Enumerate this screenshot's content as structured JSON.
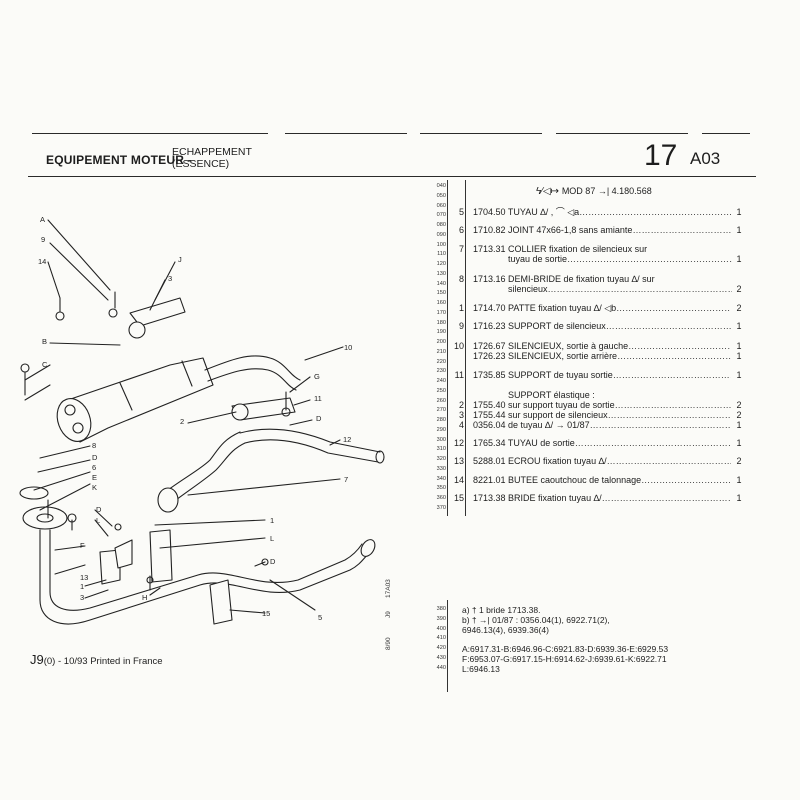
{
  "header": {
    "category": "EQUIPEMENT MOTEUR -",
    "subsystem_line1": "ECHAPPEMENT",
    "subsystem_line2": "(ESSENCE)",
    "section_number": "17",
    "section_code": "A03"
  },
  "applicability": "MOD 87 →| 4.180.568",
  "line_codes": [
    "040",
    "050",
    "060",
    "070",
    "080",
    "090",
    "100",
    "110",
    "120",
    "130",
    "140",
    "150",
    "160",
    "170",
    "180",
    "190",
    "200",
    "210",
    "220",
    "230",
    "240",
    "250",
    "260",
    "270",
    "280",
    "290",
    "300",
    "310",
    "320",
    "330",
    "340",
    "350",
    "360",
    "370"
  ],
  "parts": [
    {
      "ref": "5",
      "text": "1704.50 TUYAU ∆/ , ⌒ ◁a",
      "qty": "1"
    },
    {
      "ref": "6",
      "text": "1710.82 JOINT 47x66-1,8 sans amiante",
      "qty": "1"
    },
    {
      "ref": "7",
      "text": "1713.31 COLLIER fixation de silencieux sur",
      "cont": "tuyau de sortie",
      "qty": "1"
    },
    {
      "ref": "8",
      "text": "1713.16 DEMI-BRIDE de fixation tuyau ∆/ sur",
      "cont": "silencieux",
      "qty": "2"
    },
    {
      "ref": "1",
      "text": "1714.70 PATTE fixation tuyau ∆/ ◁b",
      "qty": "2"
    },
    {
      "ref": "9",
      "text": "1716.23 SUPPORT de silencieux",
      "qty": "1"
    },
    {
      "ref": "10",
      "text": "1726.67 SILENCIEUX, sortie à gauche",
      "qty": "1"
    },
    {
      "ref": "",
      "text": "1726.23 SILENCIEUX, sortie arrière",
      "qty": "1"
    },
    {
      "ref": "11",
      "text": "1735.85 SUPPORT de tuyau sortie",
      "qty": "1"
    },
    {
      "ref": "",
      "text": "SUPPORT élastique :",
      "qty": ""
    },
    {
      "ref": "2",
      "text": "1755.40  sur support tuyau de sortie",
      "qty": "2"
    },
    {
      "ref": "3",
      "text": "1755.44  sur support de silencieux",
      "qty": "2"
    },
    {
      "ref": "4",
      "text": "0356.04  de tuyau ∆/ → 01/87",
      "qty": "1"
    },
    {
      "ref": "12",
      "text": "1765.34 TUYAU de sortie",
      "qty": "1"
    },
    {
      "ref": "13",
      "text": "5288.01 ECROU fixation tuyau ∆/",
      "qty": "2"
    },
    {
      "ref": "14",
      "text": "8221.01 BUTEE caoutchouc de talonnage",
      "qty": "1"
    },
    {
      "ref": "15",
      "text": "1713.38 BRIDE fixation tuyau ∆/",
      "qty": "1"
    }
  ],
  "notes_codes": [
    "380",
    "390",
    "400",
    "410",
    "420",
    "430",
    "440"
  ],
  "notes": [
    "a)  †  1 bride 1713.38.",
    "b)  †  →| 01/87 : 0356.04(1), 6922.71(2),",
    "      6946.13(4), 6939.36(4)",
    "",
    "A:6917.31-B:6946.96-C:6921.83-D:6939.36-E:6929.53",
    "F:6953.07-G:6917.15-H:6914.62-J:6939.61-K:6922.71",
    "L:6946.13"
  ],
  "footer": {
    "doc": "J9",
    "doc_sub": "(0)",
    "printed": " - 10/93 Printed in France"
  },
  "side_codes": {
    "date": "8/90",
    "ref_a": "J9",
    "ref_b": "17A03"
  },
  "callouts": [
    "A",
    "9",
    "14",
    "J",
    "3",
    "B",
    "C",
    "10",
    "G",
    "11",
    "2",
    "D",
    "12",
    "8",
    "D",
    "6",
    "E",
    "K",
    "7",
    "D",
    "L",
    "1",
    "F",
    "L",
    "13",
    "1",
    "3",
    "H",
    "D",
    "15",
    "5"
  ],
  "colors": {
    "ink": "#1d1d1d",
    "paper": "#fbfbf8"
  }
}
